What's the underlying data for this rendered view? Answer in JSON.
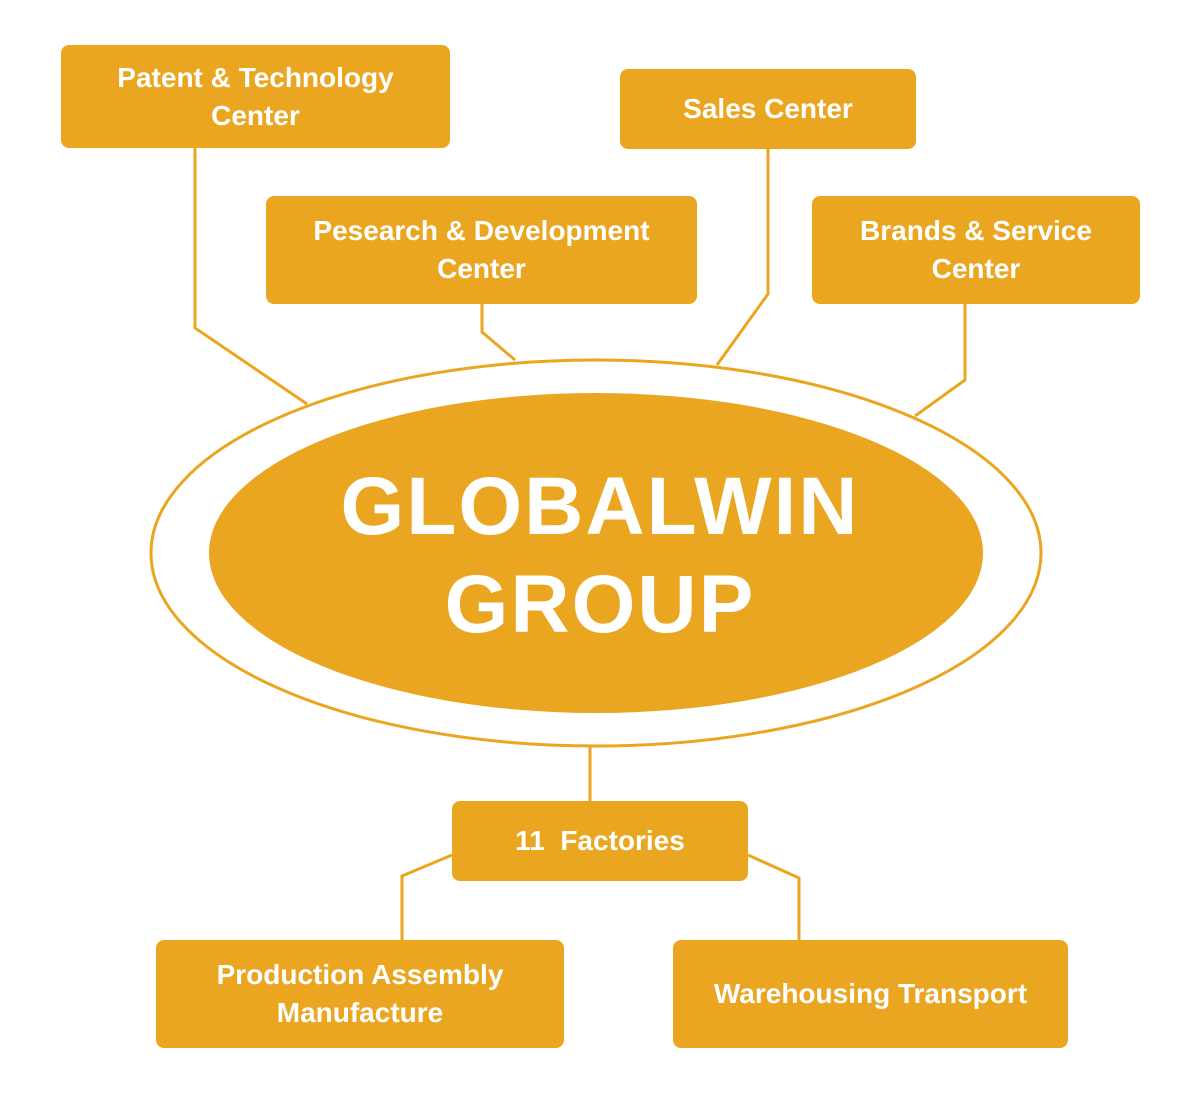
{
  "colors": {
    "accent": "#EAA620",
    "text_on_accent": "#FFFFFF",
    "background": "#FFFFFF"
  },
  "center": {
    "line1": "GLOBALWIN",
    "line2": "GROUP"
  },
  "top_nodes": {
    "patent": {
      "line1": "Patent & Technology",
      "line2": "Center"
    },
    "sales": {
      "line1": "Sales Center"
    },
    "rd": {
      "line1": "Pesearch & Development",
      "line2": "Center"
    },
    "brands": {
      "line1": "Brands & Service",
      "line2": "Center"
    }
  },
  "bottom_nodes": {
    "factories": {
      "line1": "11  Factories"
    },
    "production": {
      "line1": "Production Assembly",
      "line2": "Manufacture"
    },
    "warehousing": {
      "line1": "Warehousing Transport"
    }
  }
}
